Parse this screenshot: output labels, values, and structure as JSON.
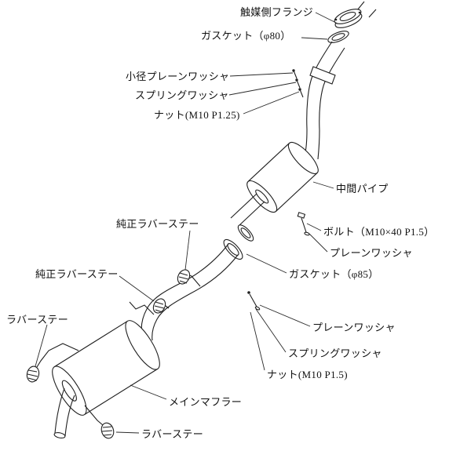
{
  "diagram": {
    "title_hint": "exhaust-system-parts-diagram",
    "colors": {
      "background": "#ffffff",
      "line": "#1f1f1f"
    },
    "labels": {
      "catalyst_flange": "触媒側フランジ",
      "gasket_80": "ガスケット（φ80）",
      "small_plain_washer": "小径プレーンワッシャ",
      "spring_washer_upper": "スプリングワッシャ",
      "nut_upper": "ナット(M10 P1.25)",
      "middle_pipe": "中間パイプ",
      "bolt": "ボルト（M10×40 P1.5）",
      "plain_washer_upper": "プレーンワッシャ",
      "gasket_85": "ガスケット（φ85）",
      "oem_rubber_stay_1": "純正ラバーステー",
      "oem_rubber_stay_2": "純正ラバーステー",
      "rubber_stay_left": "ラバーステー",
      "plain_washer_lower": "プレーンワッシャ",
      "spring_washer_lower": "スプリングワッシャ",
      "nut_lower": "ナット(M10 P1.5)",
      "main_muffler": "メインマフラー",
      "rubber_stay_bottom": "ラバーステー"
    }
  }
}
